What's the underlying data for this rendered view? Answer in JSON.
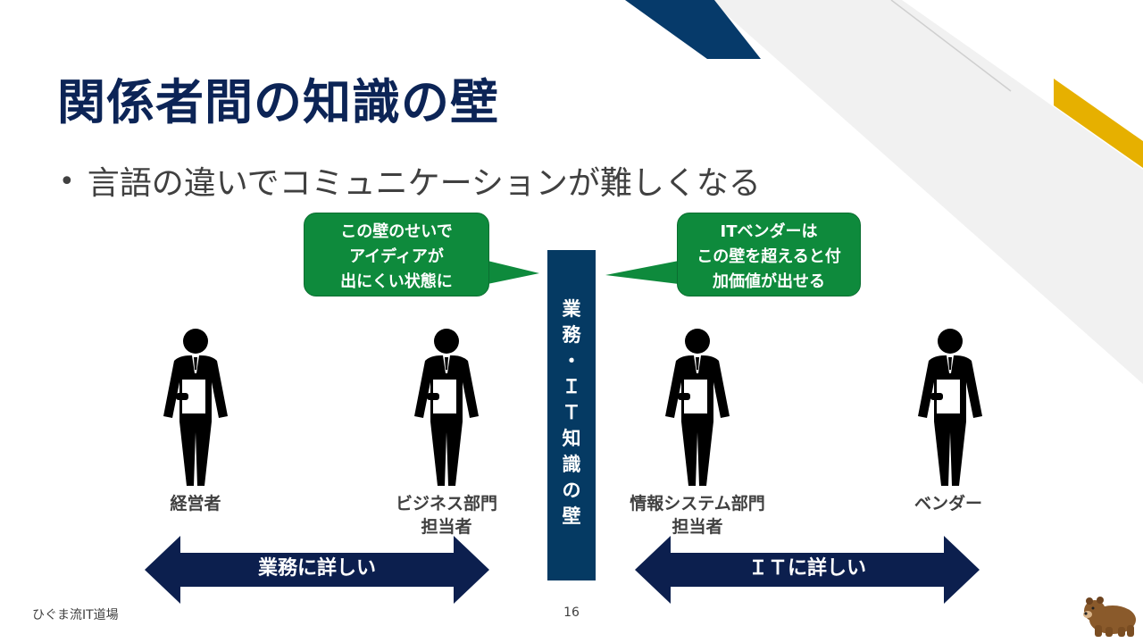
{
  "slide": {
    "title": "関係者間の知識の壁",
    "bullet": "言語の違いでコミュニケーションが難しくなる"
  },
  "callouts": {
    "left": [
      "この壁のせいで",
      "アイディアが",
      "出にくい状態に"
    ],
    "right": [
      "ITベンダーは",
      "この壁を超えると付",
      "加価値が出せる"
    ]
  },
  "wall": {
    "chars": [
      "業",
      "務",
      "・",
      "Ｉ",
      "Ｔ",
      "知",
      "識",
      "の",
      "壁"
    ]
  },
  "people": [
    {
      "label_lines": [
        "経営者",
        ""
      ]
    },
    {
      "label_lines": [
        "ビジネス部門",
        "担当者"
      ]
    },
    {
      "label_lines": [
        "情報システム部門",
        "担当者"
      ]
    },
    {
      "label_lines": [
        "ベンダー",
        ""
      ]
    }
  ],
  "arrows": {
    "left_label": "業務に詳しい",
    "right_label": "ＩＴに詳しい"
  },
  "footer": {
    "brand": "ひぐま流IT道場",
    "page_number": "16"
  },
  "colors": {
    "title": "#0c2456",
    "callout_green": "#0e8a3c",
    "wall_navy": "#053a63",
    "arrow_navy": "#0c1f4e",
    "accent_blue": "#063a6a",
    "accent_gold": "#e6b000",
    "gray_band": "#f1f1f1"
  },
  "icons": {
    "person": "businessman-icon",
    "bear": "bear-mascot-icon"
  }
}
